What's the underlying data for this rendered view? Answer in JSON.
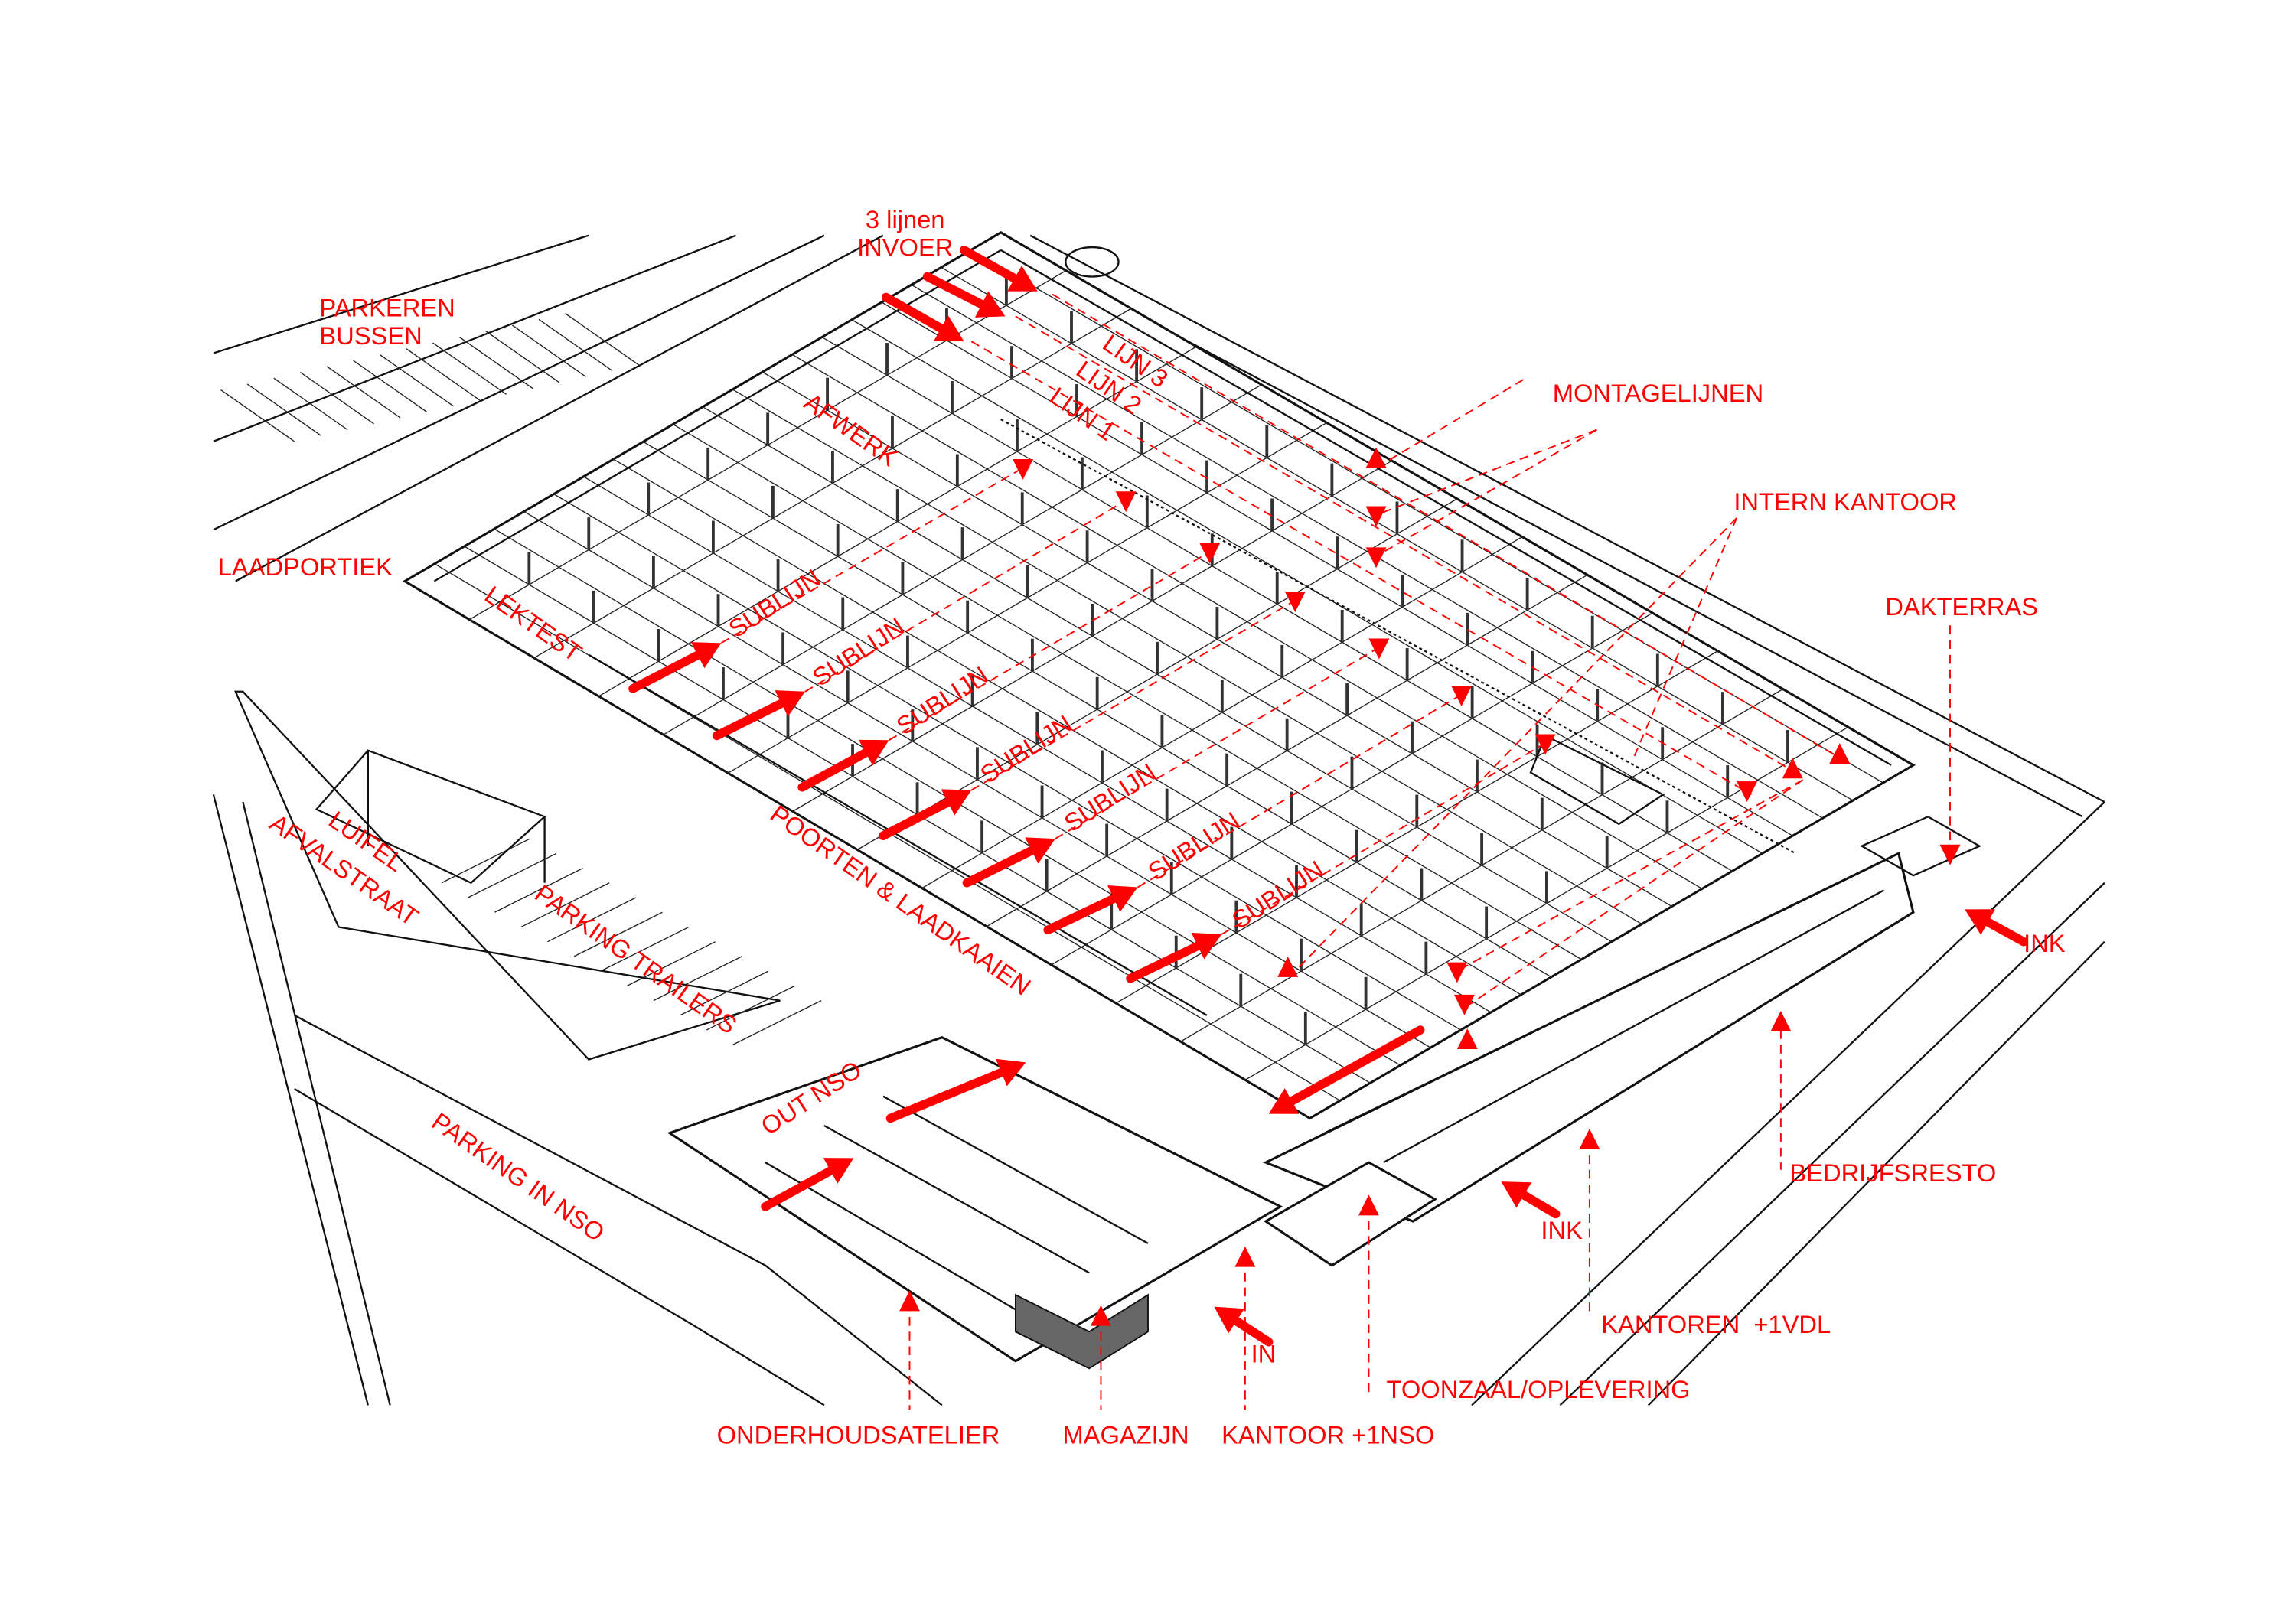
{
  "labels": {
    "invoer_line1": "3 lijnen",
    "invoer_line2": "INVOER",
    "parkeren": "PARKEREN",
    "bussen": "BUSSEN",
    "montagelijnen": "MONTAGELIJNEN",
    "lijn3": "LIJN 3",
    "lijn2": "LIJN 2",
    "lijn1": "LIJN 1",
    "afwerk": "AFWERK",
    "intern_kantoor": "INTERN KANTOOR",
    "laadportiek": "LAADPORTIEK",
    "lektest": "LEKTEST",
    "sublijn": [
      "SUBLIJN",
      "SUBLIJN",
      "SUBLIJN",
      "SUBLIJN",
      "SUBLIJN",
      "SUBLIJN",
      "SUBLIJN"
    ],
    "dakterras": "DAKTERRAS",
    "luifel": "LUIFEL",
    "afvalstraat": "AFVALSTRAAT",
    "poorten": "POORTEN & LAADKAAIEN",
    "parking_trailers": "PARKING TRAILERS",
    "ink_right": "INK",
    "out_nso": "OUT NSO",
    "parking_in_nso": "PARKING IN NSO",
    "bedrijfsresto": "BEDRIJFSRESTO",
    "ink_bottom": "INK",
    "in": "IN",
    "kantoren": "KANTOREN  +1VDL",
    "toonzaal": "TOONZAAL/OPLEVERING",
    "onderhoudsatelier": "ONDERHOUDSATELIER",
    "magazijn": "MAGAZIJN",
    "kantoor_nso": "KANTOOR +1NSO"
  },
  "colors": {
    "annotation": "#ff0000",
    "linework": "#111111"
  }
}
